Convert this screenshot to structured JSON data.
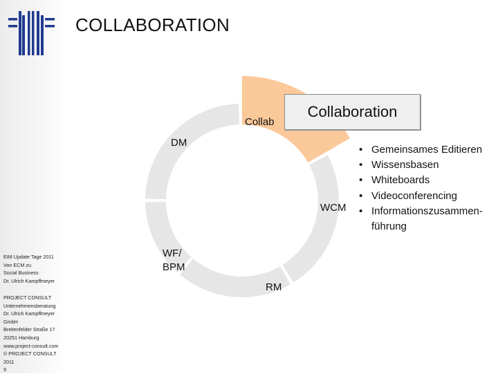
{
  "header": {
    "title": "COLLABORATION",
    "logo": {
      "icon": "project-consult-logo",
      "color": "#1f3a8f"
    }
  },
  "sidebar": {
    "event_lines": [
      "EIM Update Tage 2011",
      "Von ECM zu",
      "Social Business",
      "Dr. Ulrich Kampffmeyer"
    ],
    "company_lines": [
      "PROJECT CONSULT",
      "Unternehmensberatung",
      "Dr. Ulrich Kampffmeyer",
      "GmbH",
      "Breitenfelder Straße 17",
      "20251 Hamburg",
      "www.project-consult.com",
      "© PROJECT CONSULT",
      "2011",
      "9"
    ]
  },
  "diagram": {
    "segments": [
      {
        "label": "Collab",
        "highlighted": true
      },
      {
        "label": "DM"
      },
      {
        "label": "WCM"
      },
      {
        "label": "WF/ BPM",
        "lines": [
          "WF/",
          "BPM"
        ]
      },
      {
        "label": "RM"
      }
    ],
    "colors": {
      "ring": "#e6e6e6",
      "highlight": "#fbc89a",
      "separator": "#ffffff"
    }
  },
  "callout": {
    "label": "Collaboration"
  },
  "bullets": {
    "items": [
      {
        "text": "Gemeinsames Editieren"
      },
      {
        "text": "Wissensbasen"
      },
      {
        "text": "Whiteboards"
      },
      {
        "text": "Videoconferencing"
      },
      {
        "text": "Informationszusammen-",
        "continuation": "führung"
      }
    ]
  }
}
